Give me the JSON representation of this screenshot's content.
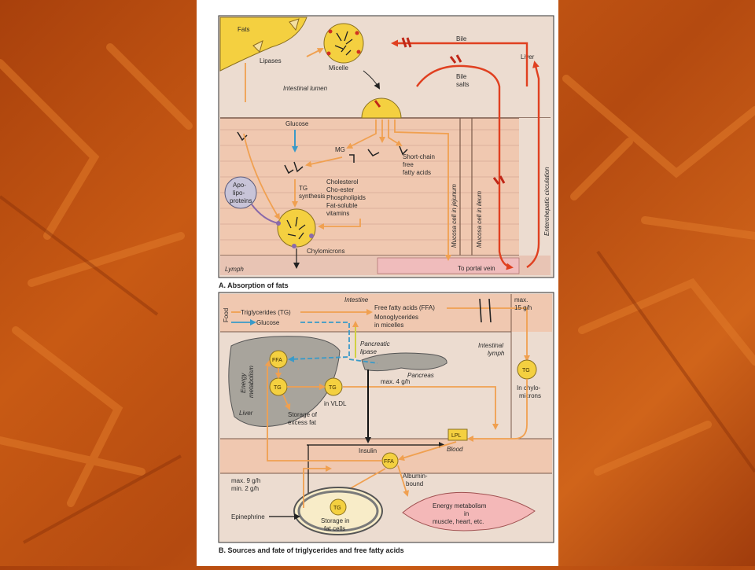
{
  "panelA": {
    "caption": "A. Absorption of fats",
    "fats": "Fats",
    "lipases": "Lipases",
    "micelle": "Micelle",
    "bile": "Bile",
    "liver": "Liver",
    "bile_salts_1": "Bile",
    "bile_salts_2": "salts",
    "lumen": "Intestinal lumen",
    "glucose": "Glucose",
    "mg": "MG",
    "short_chain_1": "Short-chain",
    "short_chain_2": "free",
    "short_chain_3": "fatty acids",
    "tg_synthesis_1": "TG",
    "tg_synthesis_2": "synthesis",
    "apo_1": "Apo-",
    "apo_2": "lipo-",
    "apo_3": "proteins",
    "lipids": [
      "Cholesterol",
      "Cho-ester",
      "Phospholipids",
      "Fat-soluble",
      "vitamins"
    ],
    "chylomicrons": "Chylomicrons",
    "mucosa_jejunum": "Mucosa cell in jejunum",
    "mucosa_ileum": "Mucosa cell in ileum",
    "enterohepatic": "Enterohepatic circulation",
    "lymph": "Lymph",
    "portal_vein": "To portal vein"
  },
  "panelB": {
    "caption": "B. Sources and fate of triglycerides and free fatty acids",
    "food": "Food",
    "intestine": "Intestine",
    "triglycerides": "Triglycerides (TG)",
    "glucose": "Glucose",
    "ffa_long": "Free fatty acids (FFA)",
    "mono_1": "Monoglycerides",
    "mono_2": "in micelles",
    "max15_1": "max.",
    "max15_2": "15 g/h",
    "pancreatic_1": "Pancreatic",
    "pancreatic_2": "lipase",
    "pancreas": "Pancreas",
    "intestinal_lymph_1": "Intestinal",
    "intestinal_lymph_2": "lymph",
    "energy_1": "Energy",
    "energy_2": "metabolism",
    "ffa": "FFA",
    "tg": "TG",
    "liver": "Liver",
    "in_vldl": "in VLDL",
    "storage_excess_1": "Storage of",
    "storage_excess_2": "excess fat",
    "max4": "max. 4 g/h",
    "in_chylo_1": "In chylo-",
    "in_chylo_2": "microns",
    "lpl": "LPL",
    "insulin": "Insulin",
    "blood": "Blood",
    "albumin_1": "Albumin-",
    "albumin_2": "bound",
    "max9_1": "max. 9 g/h",
    "max9_2": "min. 2 g/h",
    "epinephrine": "Epinephrine",
    "storage_fat_1": "Storage in",
    "storage_fat_2": "fat cells",
    "energy_muscle_1": "Energy metabolism",
    "energy_muscle_2": "in",
    "energy_muscle_3": "muscle, heart, etc."
  },
  "colors": {
    "orange_arrow": "#f0a050",
    "red_arrow": "#e04020",
    "blue_arrow": "#3a9ac8",
    "cell_pink": "#f0c8b0",
    "lumen_bg": "#ecdcd0",
    "yellow_circle": "#f4d040",
    "grey_organ": "#a8a49c"
  }
}
